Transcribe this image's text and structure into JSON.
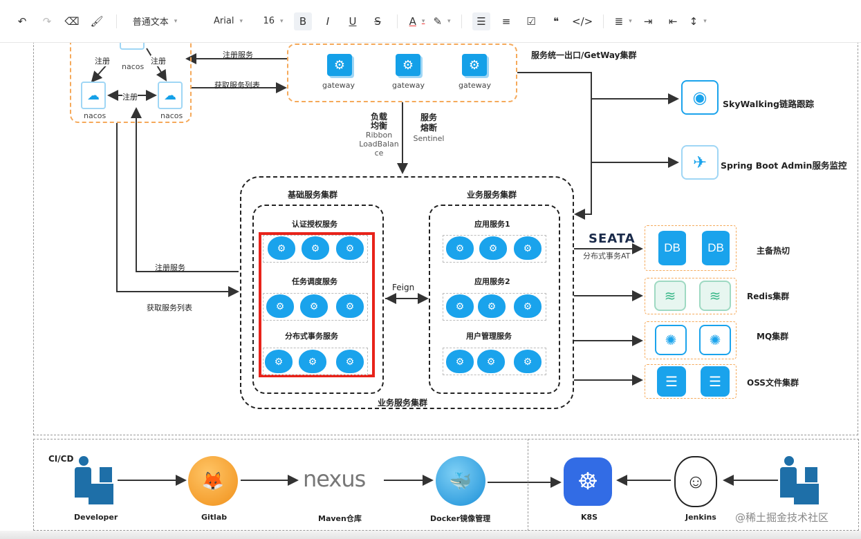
{
  "toolbar": {
    "paragraph_style": "普通文本",
    "font": "Arial",
    "size": "16",
    "icons": [
      "undo-icon",
      "redo-icon",
      "eraser-icon",
      "format-painter-icon",
      "bold-icon",
      "italic-icon",
      "underline-icon",
      "strikethrough-icon",
      "font-color-icon",
      "highlight-icon",
      "bullet-list-icon",
      "ordered-list-icon",
      "checkbox-icon",
      "quote-icon",
      "code-icon",
      "align-icon",
      "indent-icon",
      "outdent-icon",
      "line-height-icon"
    ]
  },
  "nacos": {
    "node": "nacos",
    "register": "注册",
    "register_service": "注册服务",
    "fetch_list": "获取服务列表"
  },
  "gateway": {
    "node": "gateway",
    "title": "服务统一出口/GetWay集群"
  },
  "lb": {
    "l1": "负载",
    "l2": "均衡",
    "l3": "Ribbon",
    "l4": "LoadBalan",
    "l5": "ce"
  },
  "cb": {
    "l1": "服务",
    "l2": "熔断",
    "l3": "Sentinel"
  },
  "monitor": {
    "skywalking": "SkyWalking链路跟踪",
    "sba": "Spring Boot Admin服务监控"
  },
  "cluster": {
    "base": "基础服务集群",
    "biz": "业务服务集群",
    "bottom": "业务服务集群",
    "feign": "Feign",
    "left": [
      "认证授权服务",
      "任务调度服务",
      "分布式事务服务"
    ],
    "right": [
      "应用服务1",
      "应用服务2",
      "用户管理服务"
    ]
  },
  "infra": {
    "seata": "SEATA",
    "seata_sub": "分布式事务AT",
    "db": "DB",
    "db_label": "主备热切",
    "redis": "Redis集群",
    "mq": "MQ集群",
    "oss": "OSS文件集群"
  },
  "cicd": {
    "title": "CI/CD",
    "developer": "Developer",
    "gitlab": "Gitlab",
    "nexus": "nexus",
    "maven": "Maven仓库",
    "docker": "Docker镜像管理",
    "k8s": "K8S",
    "jenkins": "Jenkins",
    "watermark": "@稀土掘金技术社区"
  },
  "colors": {
    "blue": "#1aa3ec",
    "orange": "#f5a95a",
    "red": "#e8231a"
  }
}
